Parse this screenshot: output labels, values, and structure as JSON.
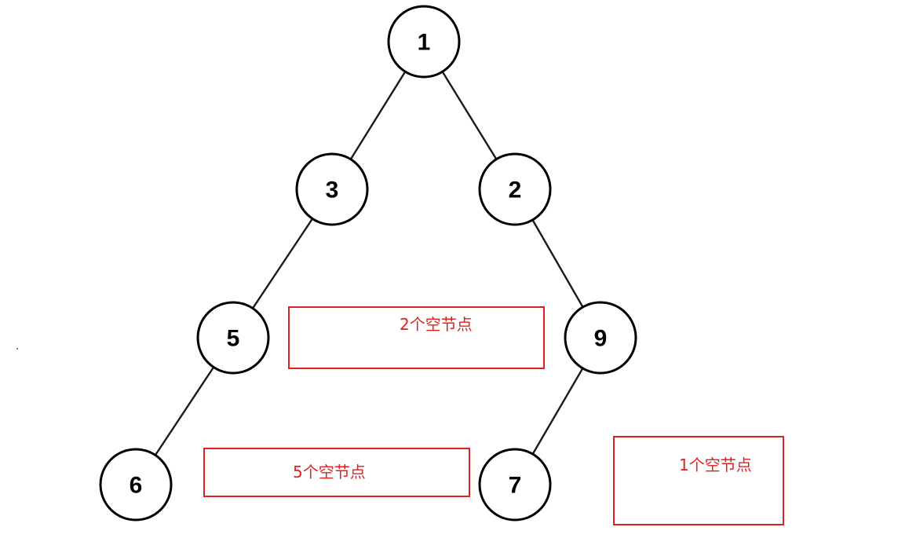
{
  "tree": {
    "nodes": [
      {
        "id": "n1",
        "label": "1"
      },
      {
        "id": "n3",
        "label": "3"
      },
      {
        "id": "n2",
        "label": "2"
      },
      {
        "id": "n5",
        "label": "5"
      },
      {
        "id": "n9",
        "label": "9"
      },
      {
        "id": "n6",
        "label": "6"
      },
      {
        "id": "n7",
        "label": "7"
      }
    ],
    "edges": [
      {
        "from": "n1",
        "to": "n3"
      },
      {
        "from": "n1",
        "to": "n2"
      },
      {
        "from": "n3",
        "to": "n5"
      },
      {
        "from": "n2",
        "to": "n9"
      },
      {
        "from": "n5",
        "to": "n6"
      },
      {
        "from": "n9",
        "to": "n7"
      }
    ]
  },
  "annotations": [
    {
      "id": "note-a",
      "text": "2个空节点"
    },
    {
      "id": "note-b",
      "text": "5个空节点"
    },
    {
      "id": "note-c",
      "text": "1个空节点"
    }
  ],
  "colors": {
    "annotation": "#e02020",
    "node_stroke": "#000000",
    "edge": "#1a1a1a"
  }
}
